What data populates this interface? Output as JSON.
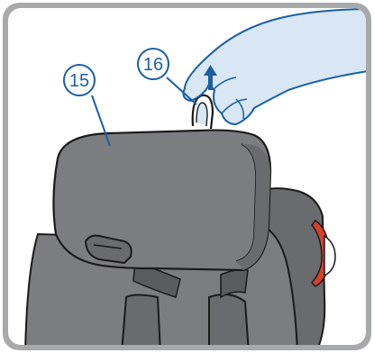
{
  "callouts": [
    {
      "label": "15",
      "target": "headrest"
    },
    {
      "label": "16",
      "target": "adjustment-loop"
    }
  ],
  "colors": {
    "frame": "#a7a9ab",
    "seat_fill": "#7c7d80",
    "seat_dark": "#6a6b6e",
    "seat_shadow": "#5b5c5f",
    "outline": "#1a1a1a",
    "hand_fill": "#d9e6f3",
    "hand_stroke": "#1a5fa5",
    "callout": "#1a5fa5",
    "red_accent": "#d4412a"
  },
  "icons": [
    "up-arrow-icon",
    "hand-illustration",
    "seat-illustration"
  ]
}
